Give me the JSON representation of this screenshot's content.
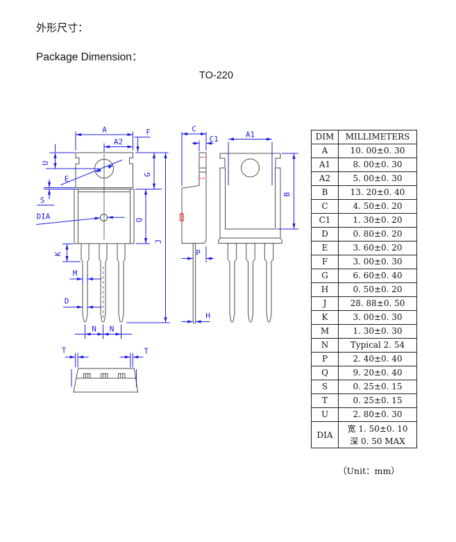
{
  "header": {
    "title_cn": "外形尺寸：",
    "title_en": "Package Dimension：",
    "package": "TO-220"
  },
  "drawing": {
    "labels": {
      "A": "A",
      "A2": "A2",
      "F": "F",
      "U": "U",
      "E": "E",
      "G": "G",
      "S": "S",
      "DIA": "DIA",
      "Q": "Q",
      "J": "J",
      "K": "K",
      "M": "M",
      "D": "D",
      "N1": "N",
      "N2": "N",
      "T1": "T",
      "T2": "T",
      "C": "C",
      "C1": "C1",
      "P": "P",
      "H": "H",
      "A1": "A1",
      "B": "B"
    }
  },
  "table": {
    "headers": [
      "DIM",
      "MILLIMETERS"
    ],
    "rows": [
      [
        "A",
        "10. 00±0. 30"
      ],
      [
        "A1",
        "8. 00±0. 30"
      ],
      [
        "A2",
        "5. 00±0. 30"
      ],
      [
        "B",
        "13. 20±0. 40"
      ],
      [
        "C",
        "4. 50±0. 20"
      ],
      [
        "C1",
        "1. 30±0. 20"
      ],
      [
        "D",
        "0. 80±0. 20"
      ],
      [
        "E",
        "3. 60±0. 20"
      ],
      [
        "F",
        "3. 00±0. 30"
      ],
      [
        "G",
        "6. 60±0. 40"
      ],
      [
        "H",
        "0. 50±0. 20"
      ],
      [
        "J",
        "28. 88±0. 50"
      ],
      [
        "K",
        "3. 00±0. 30"
      ],
      [
        "M",
        "1. 30±0. 30"
      ],
      [
        "N",
        "Typical 2. 54"
      ],
      [
        "P",
        "2. 40±0. 40"
      ],
      [
        "Q",
        "9. 20±0. 40"
      ],
      [
        "S",
        "0. 25±0. 15"
      ],
      [
        "T",
        "0. 25±0. 15"
      ],
      [
        "U",
        "2. 80±0. 30"
      ]
    ],
    "dia": {
      "dim": "DIA",
      "line1": "宽 1. 50±0. 10",
      "line2": "深 0. 50 MAX"
    }
  },
  "footer": {
    "unit_note": "（Unit：mm）"
  },
  "colors": {
    "dim_blue": "#1c1ce0",
    "outline_gray": "#4b4b4b",
    "highlight_red": "#ee2222"
  }
}
